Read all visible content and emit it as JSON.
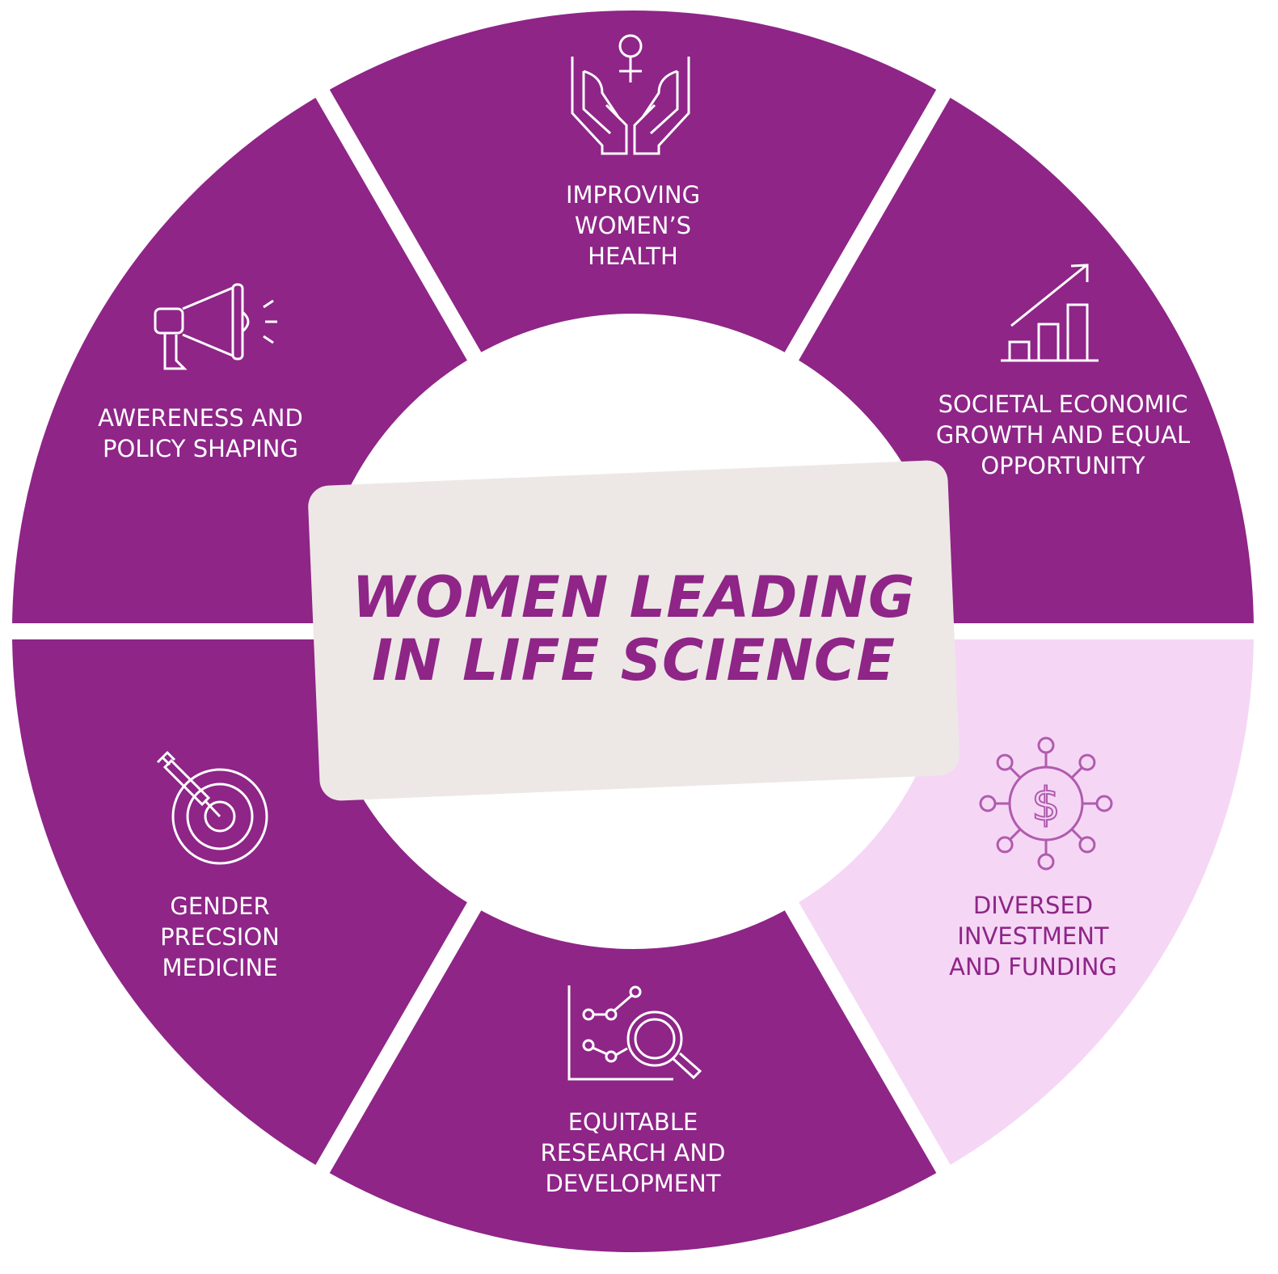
{
  "title": {
    "line1": "WOMEN LEADING",
    "line2": "IN LIFE SCIENCE"
  },
  "colors": {
    "primary": "#8E2587",
    "highlight": "#F5D7F5",
    "card": "#EDE8E6",
    "icon_light": "#E9A6E6"
  },
  "segments": [
    {
      "id": "womens-health",
      "icon": "hands-female-symbol-icon",
      "lines": [
        "IMPROVING",
        "WOMEN’S",
        "HEALTH"
      ]
    },
    {
      "id": "economic-growth",
      "icon": "growth-bar-chart-icon",
      "lines": [
        "SOCIETAL ECONOMIC",
        "GROWTH AND EQUAL",
        "OPPORTUNITY"
      ]
    },
    {
      "id": "investment",
      "icon": "dollar-network-icon",
      "lines": [
        "DIVERSED",
        "INVESTMENT",
        "AND FUNDING"
      ]
    },
    {
      "id": "research",
      "icon": "data-magnifier-icon",
      "lines": [
        "EQUITABLE",
        "RESEARCH AND",
        "DEVELOPMENT"
      ]
    },
    {
      "id": "precision-medicine",
      "icon": "syringe-target-icon",
      "lines": [
        "GENDER",
        "PRECSION",
        "MEDICINE"
      ]
    },
    {
      "id": "awareness",
      "icon": "megaphone-icon",
      "lines": [
        "AWERENESS AND",
        "POLICY SHAPING"
      ]
    }
  ]
}
